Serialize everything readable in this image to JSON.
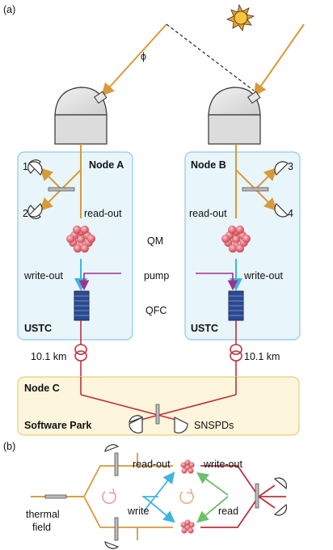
{
  "panel_a": {
    "tag": "(a)",
    "phase": "ϕ",
    "node_a": {
      "title": "Node A",
      "det1": "1",
      "det2": "2",
      "readout": "read-out",
      "writeout": "write-out",
      "site": "USTC"
    },
    "node_b": {
      "title": "Node B",
      "det3": "3",
      "det4": "4",
      "readout": "read-out",
      "writeout": "write-out",
      "site": "USTC"
    },
    "center": {
      "qm": "QM",
      "pump": "pump",
      "qfc": "QFC"
    },
    "fiber_left": "10.1 km",
    "fiber_right": "10.1 km",
    "node_c": {
      "title": "Node C",
      "site": "Software Park",
      "detector": "SNSPDs"
    }
  },
  "panel_b": {
    "tag": "(b)",
    "readout": "read-out",
    "writeout": "write-out",
    "write": "write",
    "read": "read",
    "thermal1": "thermal",
    "thermal2": "field"
  },
  "colors": {
    "beam": "#d89a3a",
    "fiber": "#c0303c",
    "box_fill": "#e8f5fb",
    "box_stroke": "#8fcbe6",
    "node_c_fill": "#fdf5dc",
    "node_c_stroke": "#e8cf7a",
    "write_arrow": "#3db6dd",
    "read_arrow": "#6dbf6a",
    "pump": "#a1308c",
    "atom": "#e0646e",
    "qfc": "#2c4a8e"
  }
}
